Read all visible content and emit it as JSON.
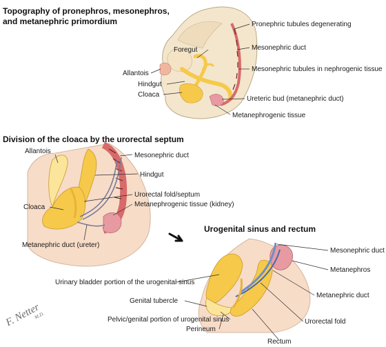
{
  "colors": {
    "embryo_skin": "#f3e6cc",
    "cloaca_sac": "#f7dcc8",
    "gut_yellow": "#f6c94a",
    "gut_light": "#fbe59a",
    "mesonephric_red": "#d96a6a",
    "metanephros_pink": "#e79aa2",
    "duct_blue": "#6e8fc4",
    "line_dark": "#2a2a2a"
  },
  "panel1": {
    "title_line1": "Topography of pronephros, mesonephros,",
    "title_line2": "and metanephric primordium",
    "labels": {
      "pronephric": "Pronephric tubules degenerating",
      "mesonephric_duct": "Mesonephric duct",
      "foregut": "Foregut",
      "mesonephric_tubules": "Mesonephric tubules in nephrogenic tissue",
      "allantois": "Allantois",
      "hindgut": "Hindgut",
      "cloaca": "Cloaca",
      "ureteric_bud": "Ureteric bud (metanephric duct)",
      "metanephrogenic": "Metanephrogenic tissue"
    }
  },
  "panel2": {
    "title": "Division of the cloaca by the urorectal septum",
    "labels": {
      "allantois": "Allantois",
      "mesonephric_duct": "Mesonephric duct",
      "hindgut": "Hindgut",
      "urorectal_fold": "Urorectal fold/septum",
      "metanephrogenic": "Metanephrogenic tissue (kidney)",
      "cloaca": "Cloaca",
      "metanephric_duct": "Metanephric duct (ureter)"
    }
  },
  "panel3": {
    "title": "Urogenital sinus and rectum",
    "labels": {
      "mesonephric_duct": "Mesonephric duct",
      "metanephros": "Metanephros",
      "bladder_portion": "Urinary bladder portion of the urogenital sinus",
      "genital_tubercle": "Genital tubercle",
      "metanephric_duct": "Metanephric duct",
      "pelvic_portion": "Pelvic/genital portion of urogenital sinus",
      "urorectal_fold": "Urorectal fold",
      "perineum": "Perineum",
      "rectum": "Rectum"
    }
  },
  "signature": {
    "name": "F. Netter",
    "suffix": "M.D."
  }
}
